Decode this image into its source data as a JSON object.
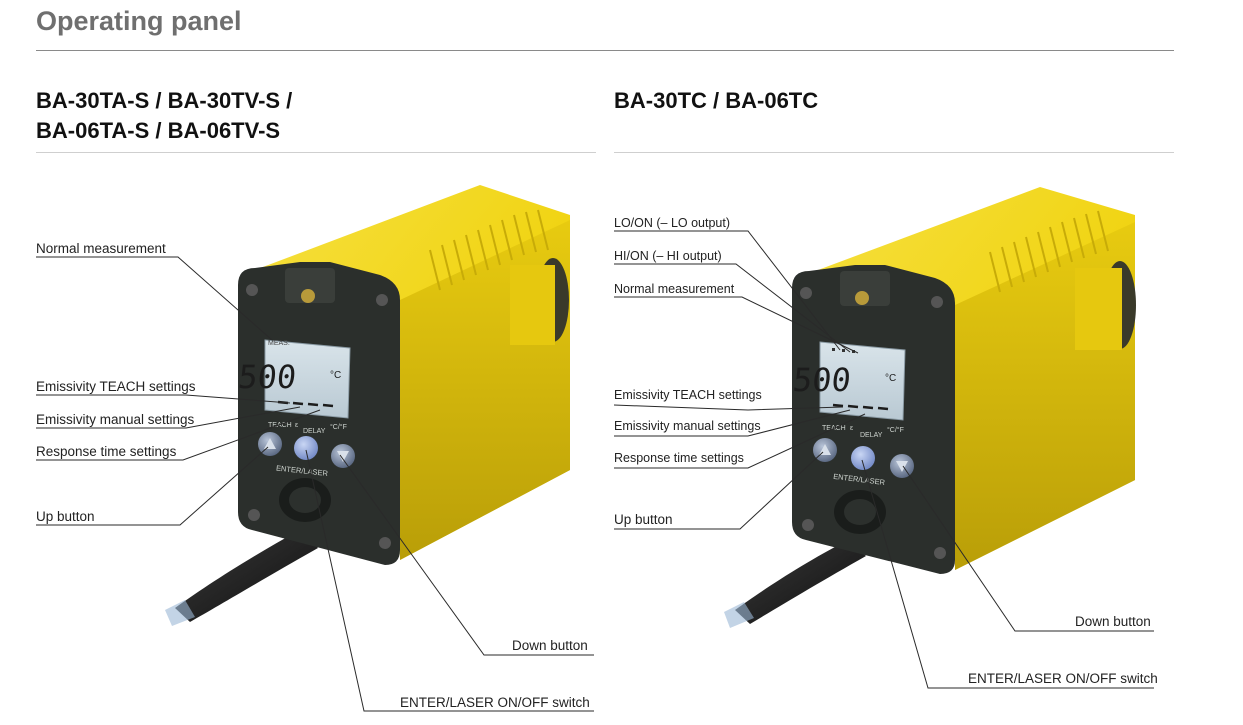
{
  "page_title": "Operating panel",
  "left": {
    "heading_line1": "BA-30TA-S / BA-30TV-S /",
    "heading_line2": "BA-06TA-S / BA-06TV-S",
    "display_value": "500",
    "display_unit": "°C",
    "display_mode": "MEAS.",
    "labels": {
      "normal": "Normal measurement",
      "teach": "Emissivity TEACH settings",
      "manual": "Emissivity manual settings",
      "response": "Response time settings",
      "up": "Up button",
      "down": "Down button",
      "enter": "ENTER/LASER ON/OFF switch"
    },
    "panel_text": {
      "teach": "TEACH",
      "e": "ε",
      "delay": "DELAY",
      "cf": "°C/°F",
      "enter": "ENTER/LASER"
    }
  },
  "right": {
    "heading": "BA-30TC / BA-06TC",
    "display_value": "500",
    "display_unit": "°C",
    "labels": {
      "lo": "LO/ON (– LO output)",
      "hi": "HI/ON (– HI output)",
      "normal": "Normal measurement",
      "teach": "Emissivity TEACH settings",
      "manual": "Emissivity manual settings",
      "response": "Response time settings",
      "up": "Up button",
      "down": "Down button",
      "enter": "ENTER/LASER ON/OFF switch"
    },
    "panel_text": {
      "teach": "TEACH",
      "e": "ε",
      "delay": "DELAY",
      "cf": "°C/°F",
      "enter": "ENTER/LASER"
    }
  },
  "colors": {
    "housing_yellow": "#f2d614",
    "housing_shadow": "#c9ae0a",
    "bezel": "#2b2f2c",
    "lcd": "#c8d6df",
    "button_blue": "#8fa6d8",
    "cable": "#1e1e1e"
  }
}
